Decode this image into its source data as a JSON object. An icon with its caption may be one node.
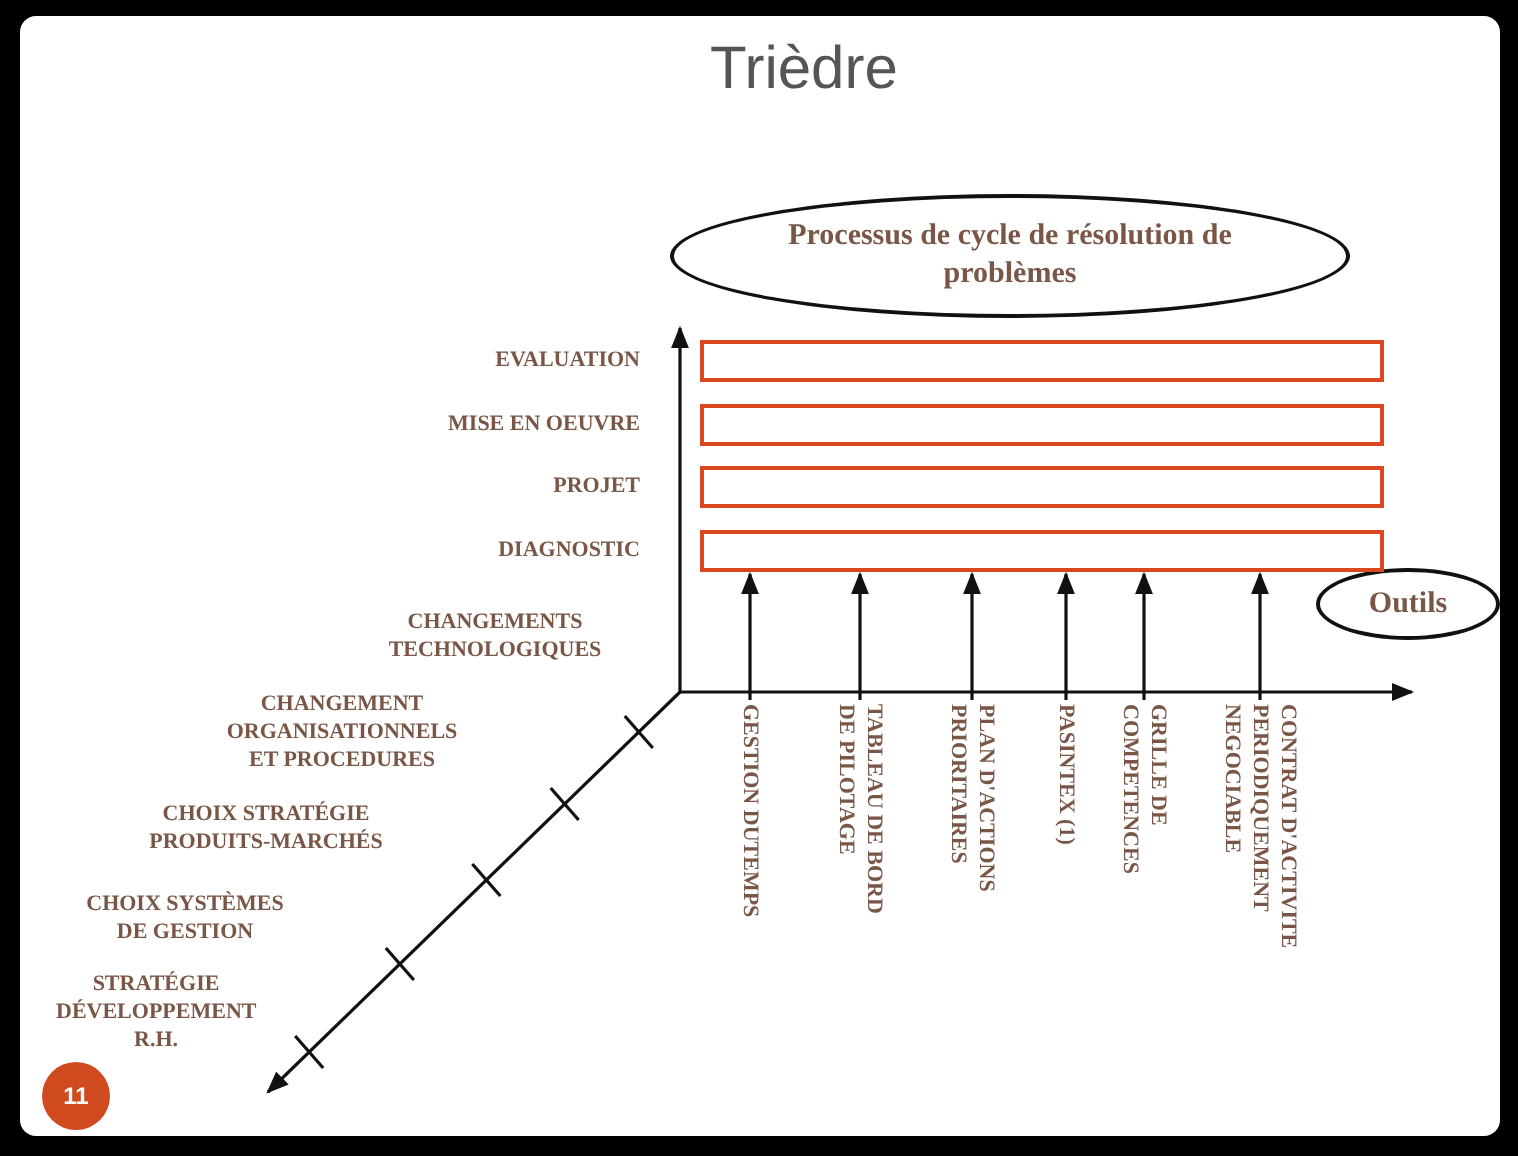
{
  "diagram": {
    "title": "Trièdre",
    "nodes": [
      {
        "text": [
          "Processus de cycle de résolution de problèmes"
        ]
      },
      {
        "text": [
          "Outils"
        ]
      },
      {
        "text": [],
        "shape": "bar",
        "beside": [
          "EVALUATION"
        ]
      },
      {
        "text": [],
        "shape": "bar",
        "beside": [
          "MISE EN OEUVRE"
        ]
      },
      {
        "text": [],
        "shape": "bar",
        "beside": [
          "PROJET"
        ]
      },
      {
        "text": [],
        "shape": "bar",
        "beside": [
          "DIAGNOSTIC"
        ]
      },
      {
        "text": [
          "GESTION DUTEMPS"
        ]
      },
      {
        "text": [
          "TABLEAU DE BORD DE PILOTAGE"
        ]
      },
      {
        "text": [
          "PLAN D'ACTIONS PRIORITAIRES"
        ]
      },
      {
        "text": [
          "PASINTEX (1)"
        ]
      },
      {
        "text": [
          "GRILLE DE COMPETENCES"
        ]
      },
      {
        "text": [
          "CONTRAT D'ACTIVITE PERIODIQUEMENT NEGOCIABLE"
        ]
      }
    ],
    "edges": [
      {
        "from": 6,
        "to": 5,
        "arrow": "to"
      },
      {
        "from": 7,
        "to": 5,
        "arrow": "to"
      },
      {
        "from": 8,
        "to": 5,
        "arrow": "to"
      },
      {
        "from": 9,
        "to": 5,
        "arrow": "to"
      },
      {
        "from": 10,
        "to": 5,
        "arrow": "to"
      },
      {
        "from": 11,
        "to": 5,
        "arrow": "to"
      }
    ],
    "labels": [
      "CHANGEMENTS TECHNOLOGIQUES",
      "CHANGEMENT ORGANISATIONNELS ET PROCEDURES",
      "CHOIX STRATÉGIE PRODUITS-MARCHÉS",
      "CHOIX SYSTÈMES DE GESTION",
      "STRATÉGIE DÉVELOPPEMENT R.H.",
      "11"
    ]
  }
}
